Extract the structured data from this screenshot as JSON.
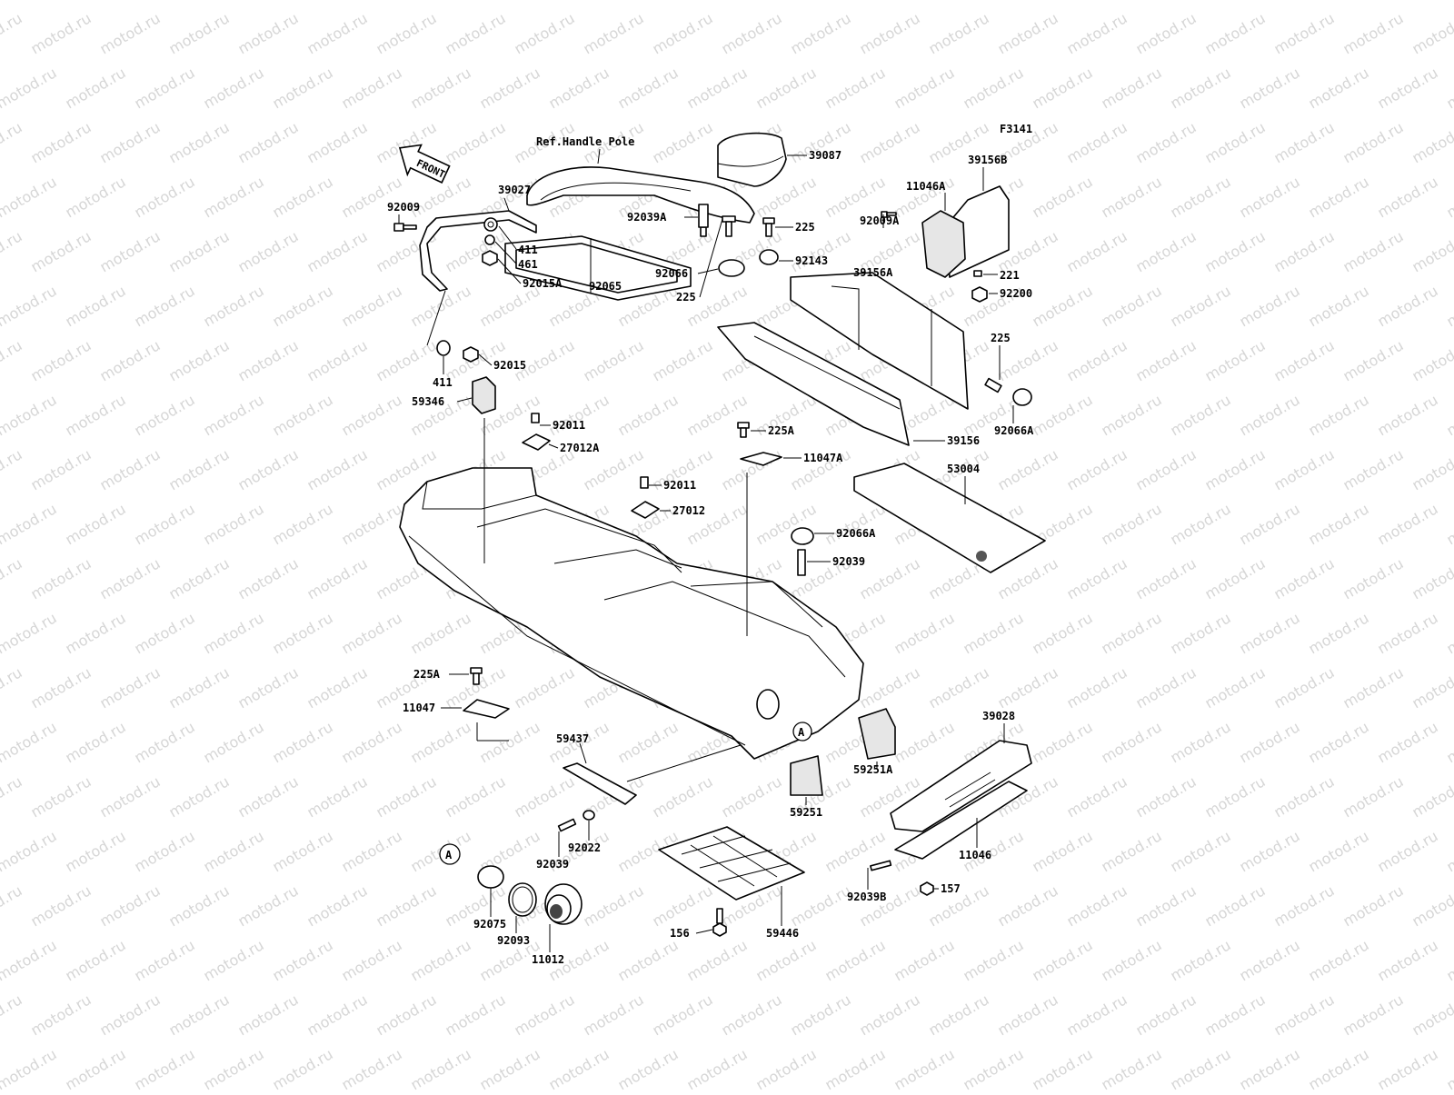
{
  "watermark": {
    "text": "motod.ru",
    "color": "#d6d6d6"
  },
  "figure_code": "F3141",
  "front_arrow": {
    "text": "FRONT"
  },
  "ref_note": "Ref.Handle Pole",
  "circle_ref": "A",
  "labels": {
    "l39087": "39087",
    "l39027": "39027",
    "l92009": "92009",
    "l411a": "411",
    "l461": "461",
    "l92015A": "92015A",
    "l92065": "92065",
    "l411b": "411",
    "l92015": "92015",
    "l59346": "59346",
    "l92039A": "92039A",
    "l92066": "92066",
    "l225a": "225",
    "l225b": "225",
    "l92143": "92143",
    "l92009A": "92009A",
    "l11046A": "11046A",
    "l39156B": "39156B",
    "l221": "221",
    "l92200": "92200",
    "l39156A": "39156A",
    "l225c": "225",
    "l92066A_a": "92066A",
    "l39156": "39156",
    "l92011a": "92011",
    "l27012A": "27012A",
    "l225A_a": "225A",
    "l11047A": "11047A",
    "l53004": "53004",
    "l92011b": "92011",
    "l27012": "27012",
    "l92066A_b": "92066A",
    "l92039": "92039",
    "l225A_b": "225A",
    "l11047": "11047",
    "l59437": "59437",
    "l59251A": "59251A",
    "l39028": "39028",
    "l59251": "59251",
    "l92022": "92022",
    "l92039b": "92039",
    "l11046": "11046",
    "l92039B": "92039B",
    "l157": "157",
    "l92075": "92075",
    "l92093": "92093",
    "l11012": "11012",
    "l156": "156",
    "l59446": "59446"
  }
}
